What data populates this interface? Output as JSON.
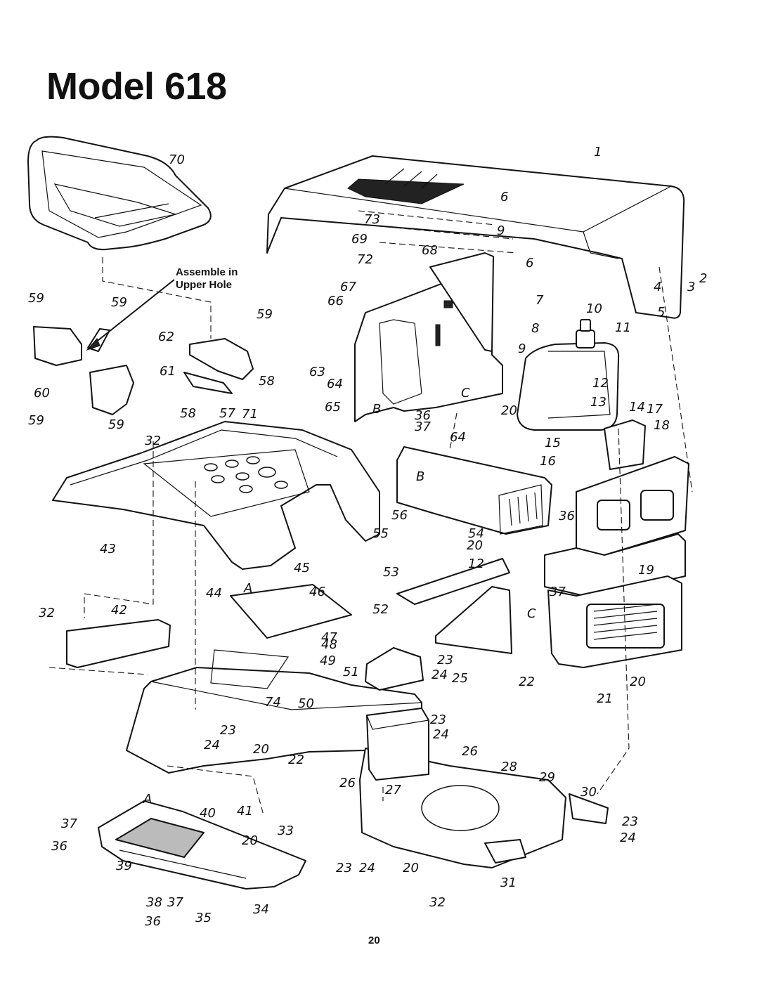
{
  "title": "Model 618",
  "note": {
    "line1": "Assemble in",
    "line2": "Upper Hole"
  },
  "page_number": "20",
  "callouts": [
    "70",
    "1",
    "6",
    "73",
    "9",
    "69",
    "68",
    "72",
    "6",
    "2",
    "3",
    "4",
    "5",
    "67",
    "7",
    "10",
    "11",
    "59",
    "66",
    "8",
    "9",
    "59",
    "59",
    "62",
    "63",
    "64",
    "61",
    "12",
    "13",
    "14",
    "17",
    "18",
    "58",
    "C",
    "65",
    "B",
    "36",
    "37",
    "20",
    "58",
    "57",
    "71",
    "64",
    "60",
    "59",
    "59",
    "32",
    "15",
    "16",
    "B",
    "56",
    "55",
    "54",
    "36",
    "43",
    "45",
    "20",
    "53",
    "12",
    "19",
    "37",
    "44",
    "A",
    "46",
    "32",
    "42",
    "52",
    "C",
    "47",
    "48",
    "49",
    "23",
    "51",
    "24",
    "25",
    "22",
    "21",
    "20",
    "74",
    "50",
    "23",
    "23",
    "24",
    "24",
    "26",
    "20",
    "22",
    "28",
    "29",
    "26",
    "27",
    "30",
    "A",
    "40",
    "41",
    "23",
    "37",
    "33",
    "24",
    "36",
    "20",
    "39",
    "23",
    "24",
    "20",
    "31",
    "38",
    "37",
    "34",
    "36",
    "35",
    "32"
  ]
}
